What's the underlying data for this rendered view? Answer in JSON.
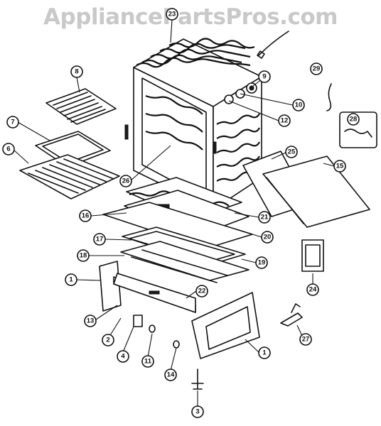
{
  "watermark": "AppliancePartsPros.com",
  "callouts": [
    {
      "label": "23"
    },
    {
      "label": "9"
    },
    {
      "label": "29"
    },
    {
      "label": "8"
    },
    {
      "label": "10"
    },
    {
      "label": "12"
    },
    {
      "label": "28"
    },
    {
      "label": "7"
    },
    {
      "label": "6"
    },
    {
      "label": "25"
    },
    {
      "label": "15"
    },
    {
      "label": "26"
    },
    {
      "label": "16"
    },
    {
      "label": "21"
    },
    {
      "label": "17"
    },
    {
      "label": "20"
    },
    {
      "label": "18"
    },
    {
      "label": "19"
    },
    {
      "label": "1"
    },
    {
      "label": "22"
    },
    {
      "label": "24"
    },
    {
      "label": "13"
    },
    {
      "label": "2"
    },
    {
      "label": "27"
    },
    {
      "label": "1"
    },
    {
      "label": "4"
    },
    {
      "label": "11"
    },
    {
      "label": "14"
    },
    {
      "label": "3"
    }
  ]
}
